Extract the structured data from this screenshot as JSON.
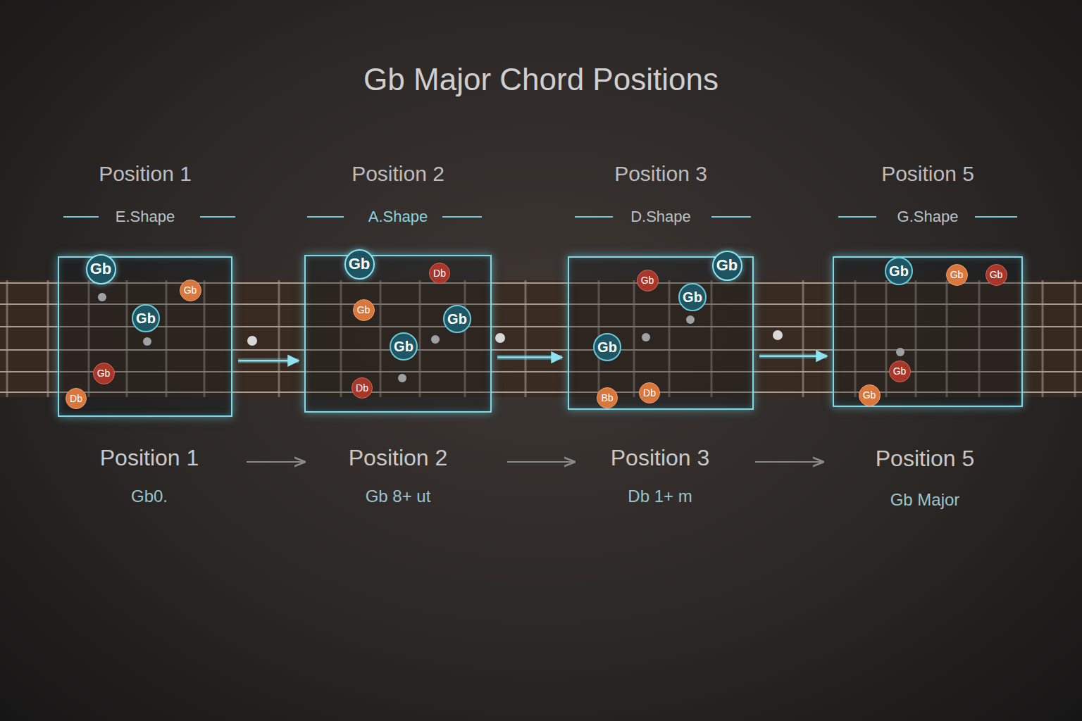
{
  "diagram": {
    "title": "Gb Major Chord Positions",
    "nodes": [
      {
        "text": [
          "Position 1",
          "E.Shape"
        ]
      },
      {
        "text": [
          "Gb"
        ],
        "in": 0
      },
      {
        "text": [
          "Gb"
        ],
        "in": 0
      },
      {
        "text": [
          "Gb"
        ],
        "in": 0
      },
      {
        "text": [
          "Gb"
        ],
        "in": 0
      },
      {
        "text": [
          "Db"
        ],
        "in": 0
      },
      {
        "text": [
          "Position 2",
          "A.Shape"
        ]
      },
      {
        "text": [
          "Gb"
        ],
        "in": 6
      },
      {
        "text": [
          "Db"
        ],
        "in": 6
      },
      {
        "text": [
          "Gb"
        ],
        "in": 6
      },
      {
        "text": [
          "Gb"
        ],
        "in": 6
      },
      {
        "text": [
          "Gb"
        ],
        "in": 6
      },
      {
        "text": [
          "Db"
        ],
        "in": 6
      },
      {
        "text": [
          "Position 3",
          "D.Shape"
        ]
      },
      {
        "text": [
          "Gb"
        ],
        "in": 13
      },
      {
        "text": [
          "Gb"
        ],
        "in": 13
      },
      {
        "text": [
          "Gb"
        ],
        "in": 13
      },
      {
        "text": [
          "Gb"
        ],
        "in": 13
      },
      {
        "text": [
          "Bb"
        ],
        "in": 13
      },
      {
        "text": [
          "Db"
        ],
        "in": 13
      },
      {
        "text": [
          "Position 5",
          "G.Shape"
        ]
      },
      {
        "text": [
          "Gb"
        ],
        "in": 20
      },
      {
        "text": [
          "Gb"
        ],
        "in": 20
      },
      {
        "text": [
          "Gb"
        ],
        "in": 20
      },
      {
        "text": [
          "Gb"
        ],
        "in": 20
      },
      {
        "text": [
          "Gb"
        ],
        "in": 20
      }
    ],
    "edges": [
      {
        "from": 0,
        "to": 6,
        "arrow": "to"
      },
      {
        "from": 6,
        "to": 13,
        "arrow": "to"
      },
      {
        "from": 13,
        "to": 20,
        "arrow": "to"
      }
    ],
    "labels": [
      "Position 1",
      "Gb0.",
      "Position 2",
      "Gb 8+ ut",
      "Position 3",
      "Db 1+ m",
      "Position 5",
      "Gb Major"
    ]
  }
}
